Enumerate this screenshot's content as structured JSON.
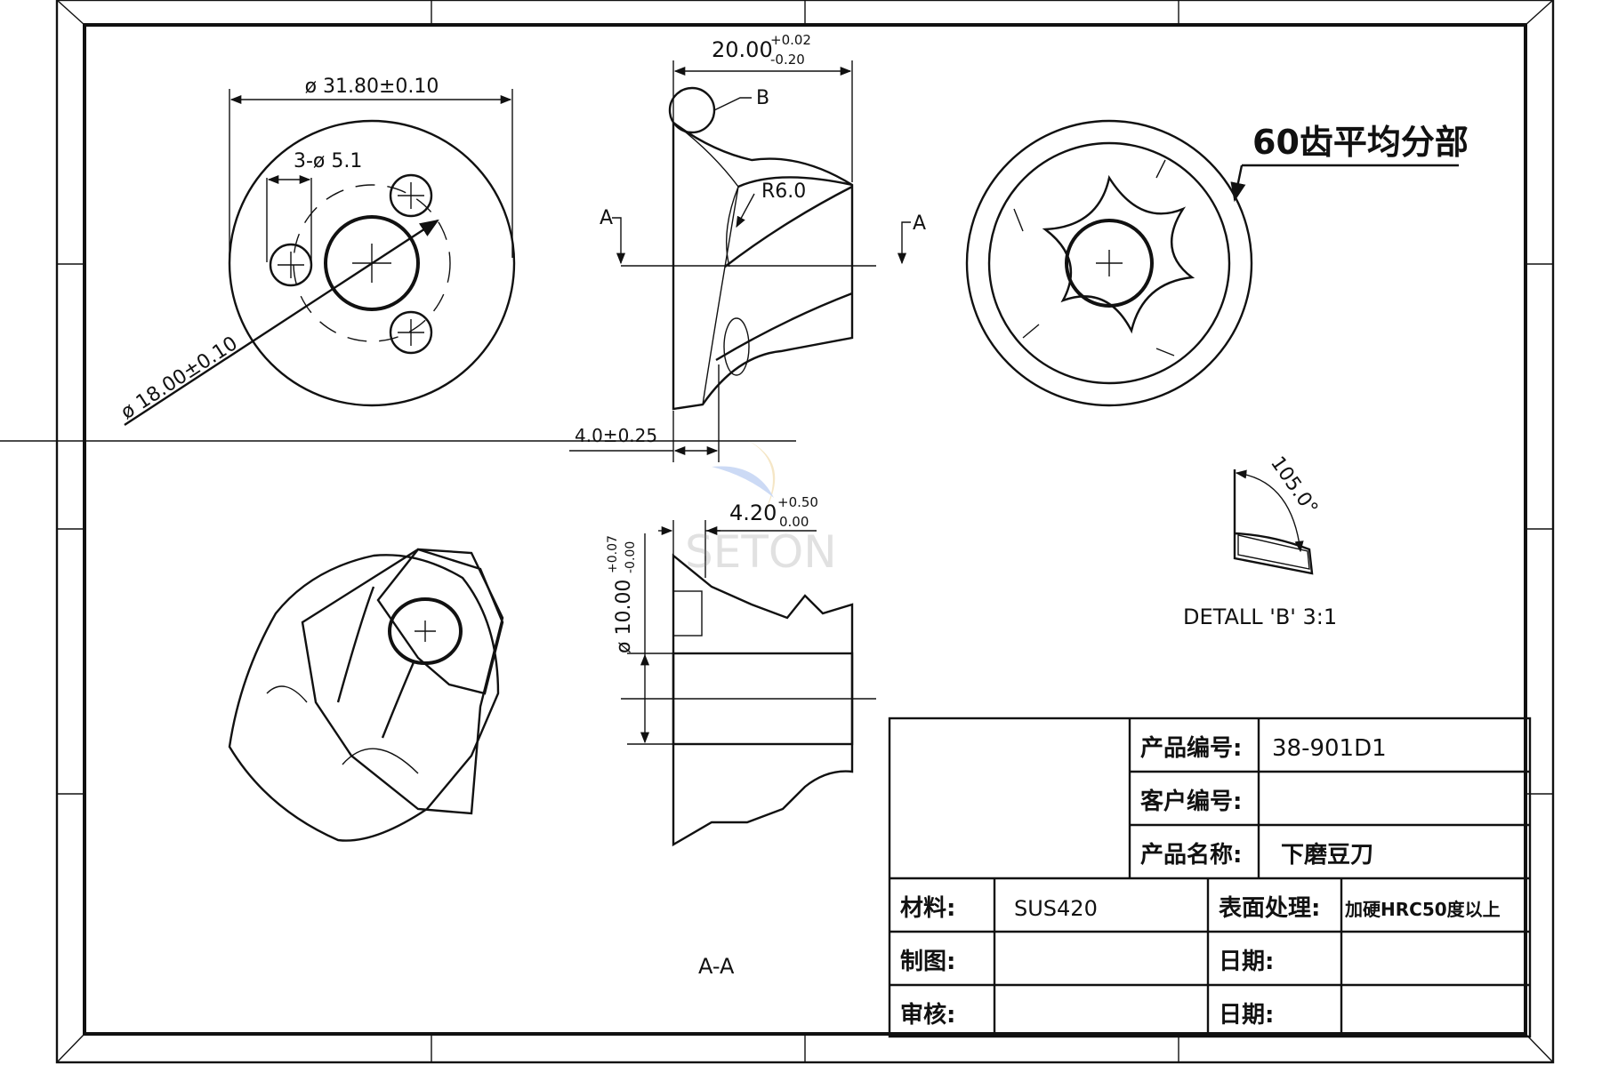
{
  "views": {
    "front": {
      "outer_dia": "ø 31.80±0.10",
      "holes": "3-ø 5.1",
      "pcd": "ø 18.00±0.10"
    },
    "side": {
      "length_main": "20.00",
      "length_tol_upper": "+0.02",
      "length_tol_lower": "-0.20",
      "detail_callout": "B",
      "radius": "R6.0",
      "section_left": "A",
      "section_right": "A",
      "thickness": "4.0±0.25"
    },
    "right": {
      "teeth_note": "60齿平均分部"
    },
    "detail": {
      "angle": "105.0°",
      "label": "DETALL  'B'  3:1"
    },
    "section": {
      "width_main": "4.20",
      "width_tol_upper": "+0.50",
      "width_tol_lower": "0.00",
      "bore_main": "ø 10.00",
      "bore_tol_upper": "+0.07",
      "bore_tol_lower": "-0.00",
      "label": "A-A"
    }
  },
  "watermark": "SETON",
  "title_block": {
    "product_no_label": "产品编号:",
    "product_no": "38-901D1",
    "customer_no_label": "客户编号:",
    "customer_no": "",
    "product_name_label": "产品名称:",
    "product_name": "下磨豆刀",
    "material_label": "材料:",
    "material": "SUS420",
    "surface_label": "表面处理:",
    "surface": "加硬HRC50度以上",
    "drawn_label": "制图:",
    "drawn": "",
    "date1_label": "日期:",
    "date1": "",
    "checked_label": "审核:",
    "checked": "",
    "date2_label": "日期:",
    "date2": ""
  }
}
